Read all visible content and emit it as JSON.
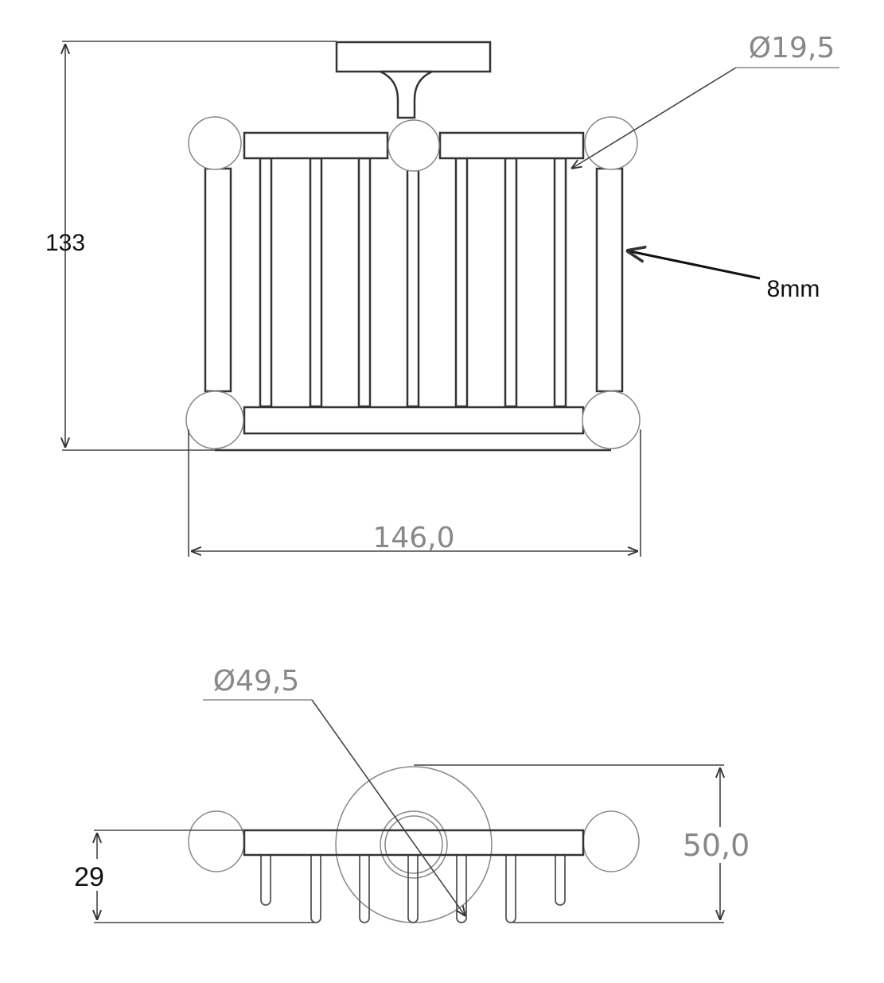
{
  "front_view": {
    "height_dim": "133",
    "width_dim": "146,0",
    "ball_diameter": "Ø19,5",
    "rod_size": "8mm"
  },
  "top_view": {
    "plate_diameter": "Ø49,5",
    "depth_dim": "50,0",
    "basket_depth": "29"
  },
  "colors": {
    "line": "#333333",
    "dim_text": "#888888",
    "label_text": "#111111"
  }
}
